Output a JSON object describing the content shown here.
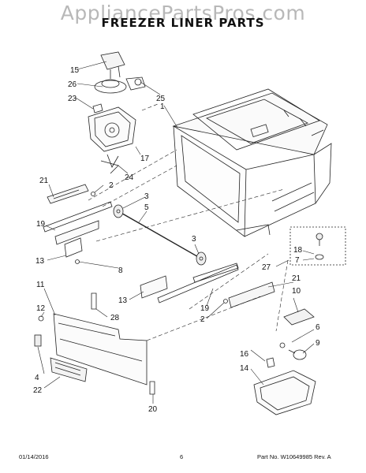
{
  "watermark": "AppliancePartsPros.com",
  "title": "FREEZER LINER PARTS",
  "callouts": {
    "c15": "15",
    "c26": "26",
    "c23": "23",
    "c25": "25",
    "c1": "1",
    "c17": "17",
    "c24": "24",
    "c21a": "21",
    "c2a": "2",
    "c3a": "3",
    "c5": "5",
    "c19a": "19",
    "c13a": "13",
    "c8": "8",
    "c3b": "3",
    "c18": "18",
    "c7": "7",
    "c27": "27",
    "c11": "11",
    "c13b": "13",
    "c21b": "21",
    "c10": "10",
    "c12": "12",
    "c28": "28",
    "c19b": "19",
    "c2b": "2",
    "c6": "6",
    "c9": "9",
    "c16": "16",
    "c14": "14",
    "c4": "4",
    "c22": "22",
    "c20": "20"
  },
  "footer": {
    "date": "01/14/2016",
    "page": "6",
    "part_no": "Part No.  W10649985  Rev.  A"
  }
}
